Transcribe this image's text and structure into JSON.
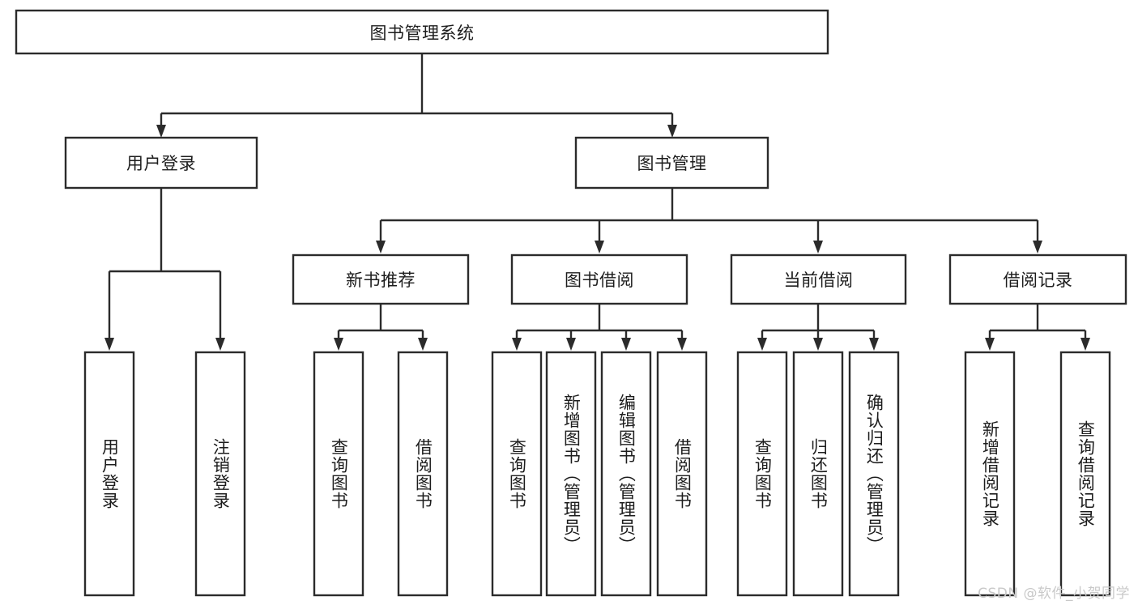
{
  "diagram": {
    "type": "tree-hierarchy-chart",
    "title": "图书管理系统",
    "colors": {
      "box_fill": "#ffffff",
      "box_stroke": "#2b2b2b",
      "text": "#1d1d1d",
      "background": "#ffffff",
      "watermark": "#c9c9c9"
    },
    "levels": {
      "root": {
        "label": "图书管理系统"
      },
      "level2": [
        {
          "label": "用户登录"
        },
        {
          "label": "图书管理"
        }
      ],
      "level3": [
        {
          "label": "新书推荐"
        },
        {
          "label": "图书借阅"
        },
        {
          "label": "当前借阅"
        },
        {
          "label": "借阅记录"
        }
      ],
      "leaves": {
        "user_login": [
          {
            "label": "用户登录"
          },
          {
            "label": "注销登录"
          }
        ],
        "new_book_recommend": [
          {
            "label": "查询图书"
          },
          {
            "label": "借阅图书"
          }
        ],
        "book_borrow": [
          {
            "label": "查询图书"
          },
          {
            "label": "新增图书（管理员）"
          },
          {
            "label": "编辑图书（管理员）"
          },
          {
            "label": "借阅图书"
          }
        ],
        "current_borrow": [
          {
            "label": "查询图书"
          },
          {
            "label": "归还图书"
          },
          {
            "label": "确认归还（管理员）"
          }
        ],
        "borrow_record": [
          {
            "label": "新增借阅记录"
          },
          {
            "label": "查询借阅记录"
          }
        ]
      }
    },
    "watermark": "CSDN @软件_小贺同学"
  }
}
